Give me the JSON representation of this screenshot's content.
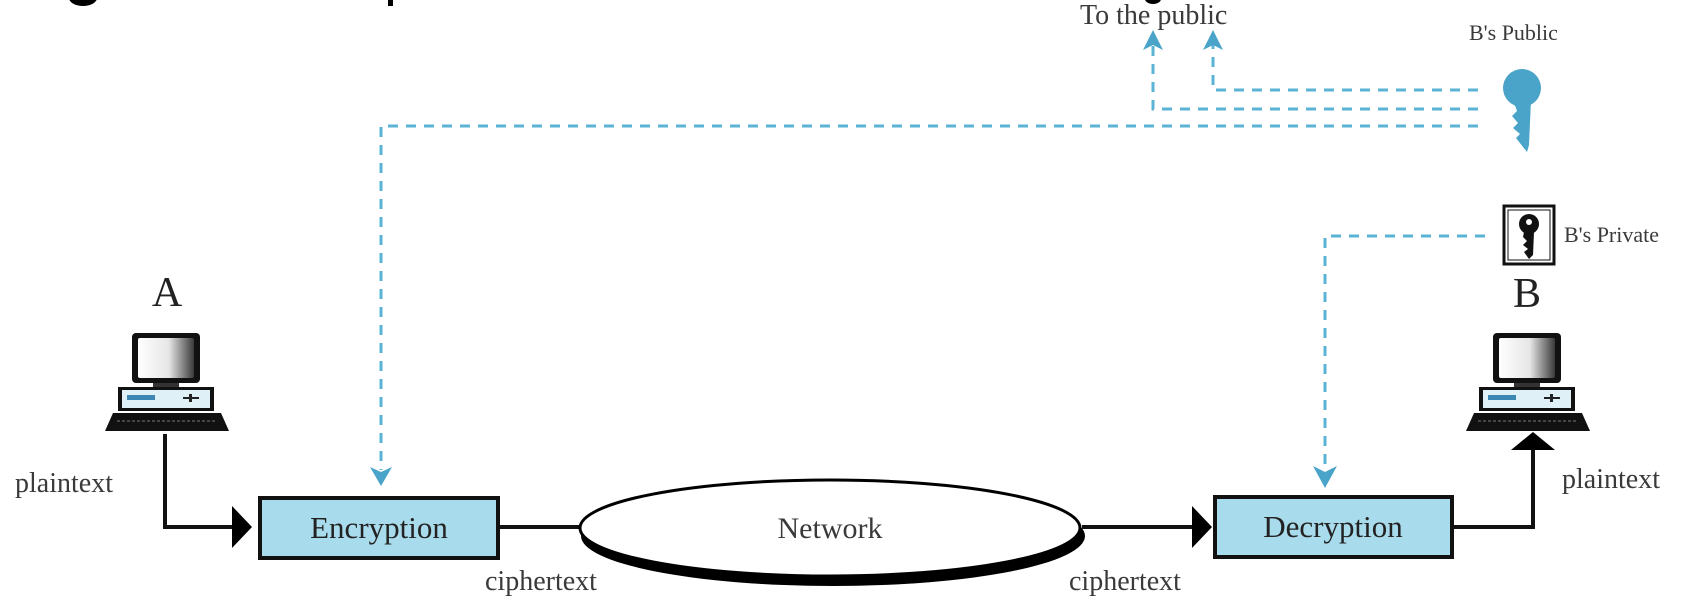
{
  "heading": {
    "text": "gorithms: Public-Key Encryption",
    "note": "heading clipped at top edge; only descenders visible"
  },
  "labels": {
    "to_the_public": "To the public",
    "bs_public": "B's Public",
    "bs_private": "B's Private",
    "node_a": "A",
    "node_b": "B",
    "plaintext_a": "plaintext",
    "plaintext_b": "plaintext",
    "encryption": "Encryption",
    "network": "Network",
    "decryption": "Decryption",
    "ciphertext_left": "ciphertext",
    "ciphertext_right": "ciphertext"
  },
  "colors": {
    "key_blue": "#4aa3c8",
    "dashed_blue": "#5bb4d6",
    "box_fill": "#a8dbec",
    "line_black": "#111111"
  },
  "icons": {
    "computer_a": "desktop-computer-icon",
    "computer_b": "desktop-computer-icon",
    "public_key": "public-key-icon",
    "private_key": "private-key-icon"
  }
}
